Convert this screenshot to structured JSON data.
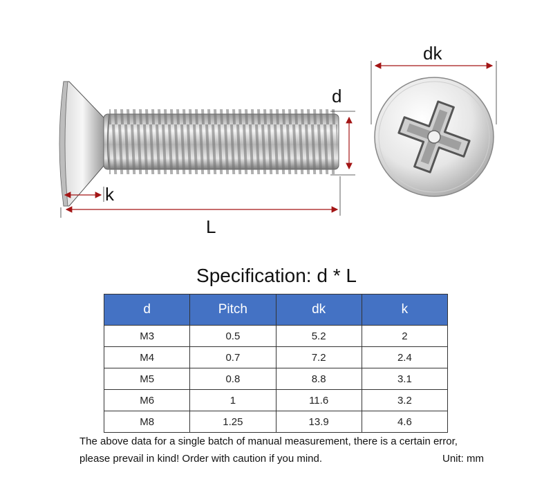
{
  "diagram": {
    "labels": {
      "d": "d",
      "dk": "dk",
      "k": "k",
      "L": "L"
    },
    "colors": {
      "dimension": "#a31515",
      "steel_light": "#f2f2f2",
      "steel_dark": "#8a8a8a"
    }
  },
  "spec": {
    "title": "Specification: d * L",
    "columns": [
      "d",
      "Pitch",
      "dk",
      "k"
    ],
    "rows": [
      [
        "M3",
        "0.5",
        "5.2",
        "2"
      ],
      [
        "M4",
        "0.7",
        "7.2",
        "2.4"
      ],
      [
        "M5",
        "0.8",
        "8.8",
        "3.1"
      ],
      [
        "M6",
        "1",
        "11.6",
        "3.2"
      ],
      [
        "M8",
        "1.25",
        "13.9",
        "4.6"
      ]
    ],
    "header_color": "#4472c4"
  },
  "notes": {
    "line1": "The above data for a single batch of manual measurement, there is a certain error,",
    "line2": "please prevail in kind! Order with caution if you mind.",
    "unit": "Unit: mm"
  }
}
